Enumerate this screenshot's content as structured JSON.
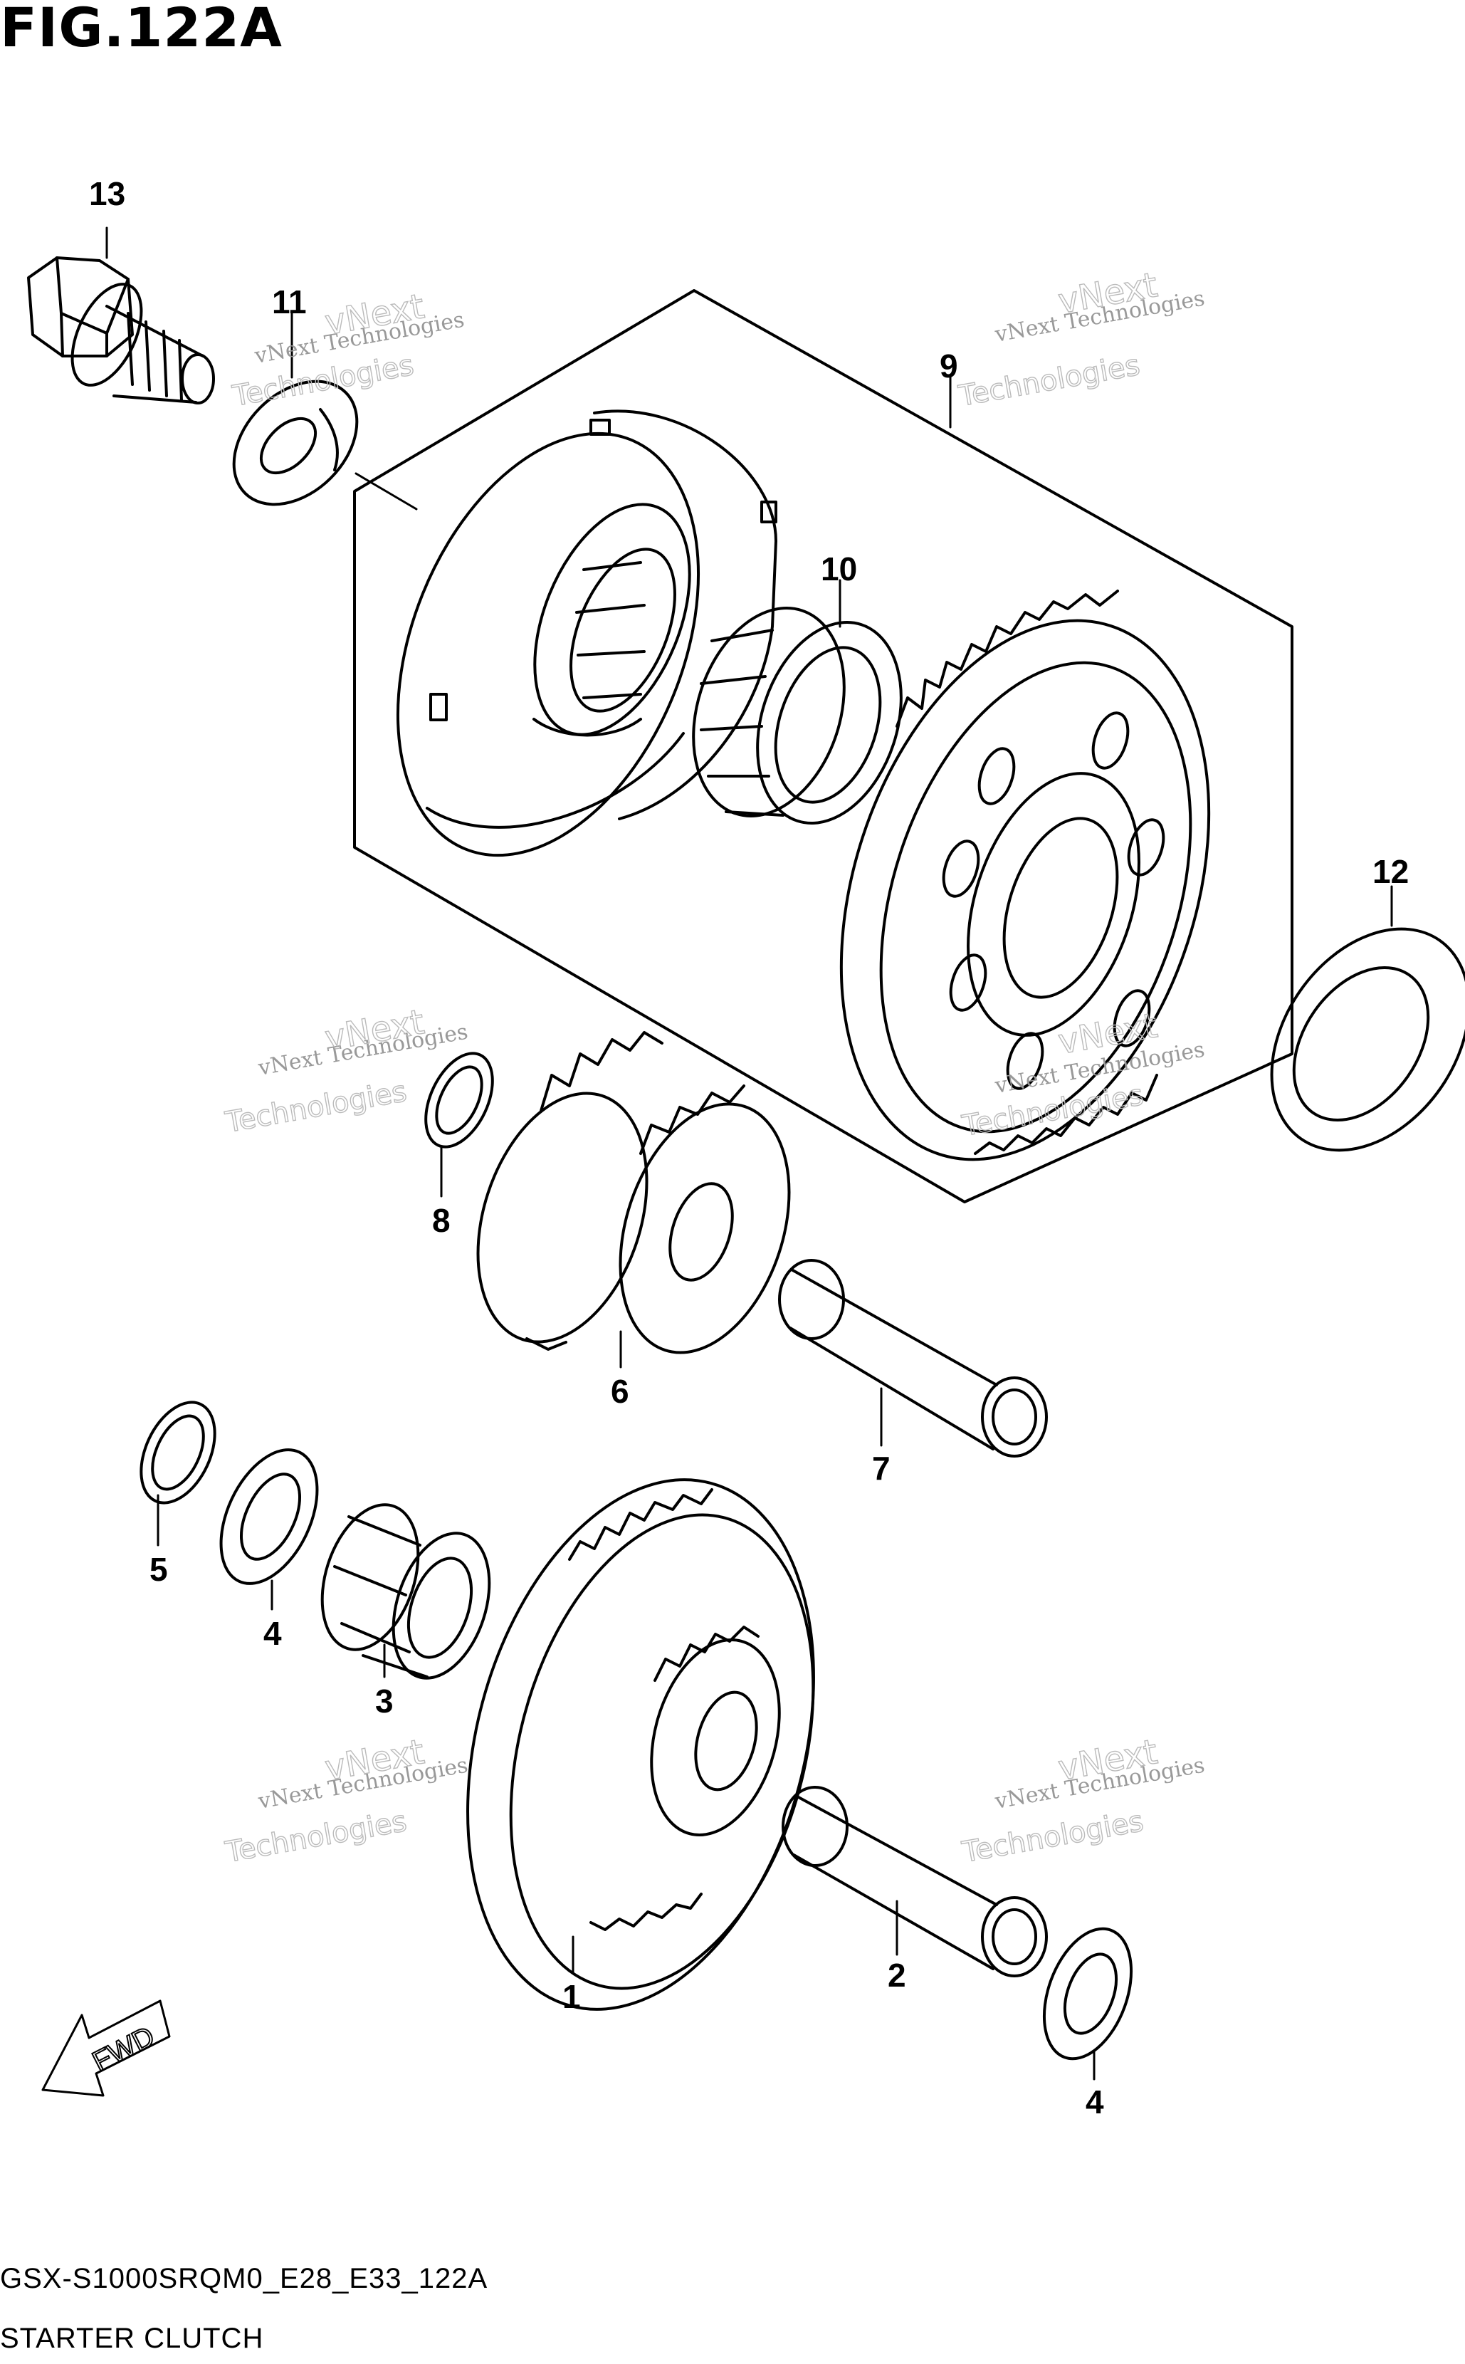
{
  "figure": {
    "title": "FIG.122A",
    "code": "GSX-S1000SRQM0_E28_E33_122A",
    "name": "STARTER CLUTCH",
    "fwd": "FWD"
  },
  "callouts": [
    {
      "id": "13",
      "text": "13"
    },
    {
      "id": "11",
      "text": "11"
    },
    {
      "id": "9",
      "text": "9"
    },
    {
      "id": "10",
      "text": "10"
    },
    {
      "id": "12",
      "text": "12"
    },
    {
      "id": "8",
      "text": "8"
    },
    {
      "id": "6",
      "text": "6"
    },
    {
      "id": "7",
      "text": "7"
    },
    {
      "id": "5",
      "text": "5"
    },
    {
      "id": "4a",
      "text": "4"
    },
    {
      "id": "3",
      "text": "3"
    },
    {
      "id": "1",
      "text": "1"
    },
    {
      "id": "2",
      "text": "2"
    },
    {
      "id": "4b",
      "text": "4"
    }
  ],
  "watermark": {
    "line1": "vNext Technologies",
    "line2": "vNext",
    "line3": "Technologies"
  }
}
